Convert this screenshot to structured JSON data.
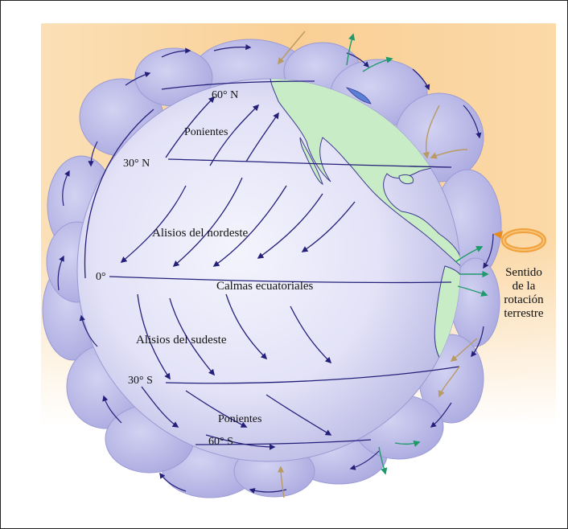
{
  "labels": {
    "lat_60n": "60° N",
    "lat_30n": "30° N",
    "lat_0": "0°",
    "lat_30s": "30° S",
    "lat_60s": "60° S",
    "westerlies_north": "Ponientes",
    "trades_northeast": "Alisios del nordeste",
    "equatorial_calms": "Calmas ecuatoriales",
    "trades_southeast": "Alisios del sudeste",
    "westerlies_south": "Ponientes"
  },
  "rotation_caption": [
    "Sentido",
    "de la",
    "rotación",
    "terrestre"
  ],
  "colors": {
    "background_warm": "#f9cf95",
    "globe_light": "#eeeefb",
    "globe_edge": "#b6b5e3",
    "cell_fill": "#b8b8e8",
    "land": "#c8ecc6",
    "lines": "#24207a",
    "arrow_out": "#1f9a6a",
    "arrow_in": "#b89a62",
    "rotation_arrow": "#f2a03b"
  }
}
